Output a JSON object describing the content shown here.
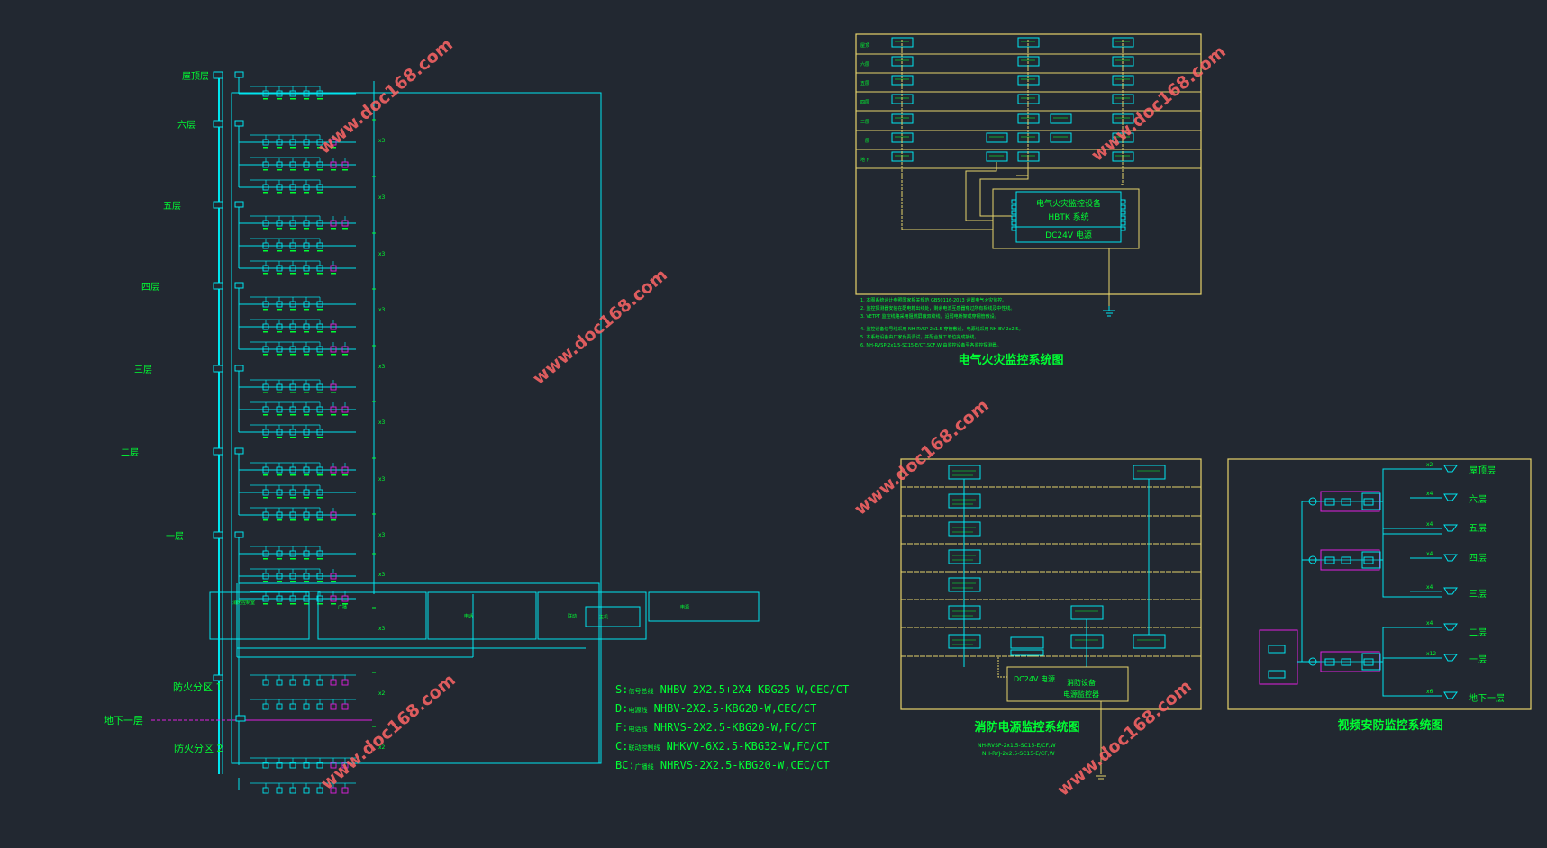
{
  "watermark": "www.doc168.com",
  "riser": {
    "floors": [
      "屋顶层",
      "六层",
      "五层",
      "四层",
      "三层",
      "二层",
      "一层"
    ],
    "basement_zone_1": "防火分区 1",
    "basement_label": "地下一层",
    "basement_zone_2": "防火分区 2",
    "branch_counts": [
      "x3",
      "x3",
      "x3",
      "x3",
      "x3",
      "x3",
      "x3",
      "x3",
      "x3",
      "x3",
      "x2",
      "x2"
    ]
  },
  "legend": {
    "lines": [
      {
        "code": "S:",
        "cn": "信号总线",
        "spec": "NHBV-2X2.5+2X4-KBG25-W,CEC/CT"
      },
      {
        "code": "D:",
        "cn": "电源线",
        "spec": "NHBV-2X2.5-KBG20-W,CEC/CT"
      },
      {
        "code": "F:",
        "cn": "电话线",
        "spec": "NHRVS-2X2.5-KBG20-W,FC/CT"
      },
      {
        "code": "C:",
        "cn": "联动控制线",
        "spec": "NHKVV-6X2.5-KBG32-W,FC/CT"
      },
      {
        "code": "BC:",
        "cn": "广播线",
        "spec": "NHRVS-2X2.5-KBG20-W,CEC/CT"
      }
    ]
  },
  "electric_fire": {
    "title": "电气火灾监控系统图",
    "controller_line1": "电气火灾监控设备",
    "controller_line2": "HBTK 系统",
    "controller_line3": "DC24V 电源",
    "rows": [
      "屋顶",
      "六层",
      "五层",
      "四层",
      "三层",
      "一层",
      "地下"
    ],
    "notes": [
      "1. 本图系统设计参照国家相关规范 GB50116-2013 设置电气火灾监控。",
      "2. 监控探测器安装在配电箱出线处，剩余电流互感器穿过所有相线及中性线。",
      "3. VETPT 监控线路采用阻燃屏蔽双绞线，沿弱电桥架或穿钢管敷设。",
      "4. 监控设备信号线采用 NH-RVSP-2x1.5 穿管敷设，电源线采用 NH-BV-2x2.5。",
      "5. 本系统设备由厂家负责调试，并配合施工单位完成接线。",
      "6. NH-RVSP-2x1.5-SC15-E/CT,SCF,W 由监控设备至各监控探测器。"
    ]
  },
  "fire_power": {
    "title": "消防电源监控系统图",
    "controller_line1": "DC24V 电源",
    "controller_line2": "消防设备",
    "controller_line3": "电源监控器",
    "cable_notes": [
      "NH-RVSP-2x1.5-SC15-E/CF,W",
      "NH-RYJ-2x2.5-SC15-E/CF,W"
    ]
  },
  "video": {
    "title": "视频安防监控系统图",
    "floors": [
      "屋顶层",
      "六层",
      "五层",
      "四层",
      "三层",
      "二层",
      "一层",
      "地下一层"
    ],
    "counts": [
      "x2",
      "x4",
      "x4",
      "x4",
      "x4",
      "x4",
      "x12",
      "x6"
    ]
  },
  "colors": {
    "background": "#222831",
    "cyan": "#00e5ee",
    "green_text": "#00ff33",
    "yellow": "#e6d36a",
    "magenta": "#e020e0",
    "watermark": "#ff6666"
  }
}
